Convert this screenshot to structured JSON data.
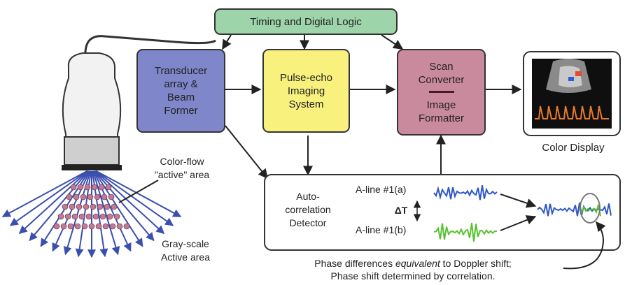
{
  "timing": {
    "label": "Timing and Digital Logic",
    "color": "#9dd4a9"
  },
  "transducer": {
    "label": "Transducer array & Beam Former",
    "color": "#7f86c9"
  },
  "pulse_echo": {
    "label": "Pulse-echo Imaging System",
    "color": "#f8f17e"
  },
  "scan_converter": {
    "label_top": "Scan Converter",
    "label_bottom": "Image Formatter",
    "color": "#c98a9e"
  },
  "display": {
    "label": "Color Display"
  },
  "probe": {
    "color_flow_label": "Color-flow \"active\" area",
    "gray_scale_label": "Gray-scale Active area"
  },
  "autocorrelation": {
    "detector_label": "Auto-correlation Detector",
    "aline_a": "A-line #1(a)",
    "aline_b": "A-line #1(b)",
    "delta_t": "ΔT"
  },
  "caption": {
    "line1_before": "Phase differences ",
    "line1_emph": "equivalent",
    "line1_after": " to Doppler shift;",
    "line2": "Phase shift determined by correlation."
  },
  "colors": {
    "wave_blue": "#2e57c7",
    "wave_green": "#58c230",
    "beam_blue": "#3b4fb0",
    "dot_fill": "#c07a95"
  }
}
